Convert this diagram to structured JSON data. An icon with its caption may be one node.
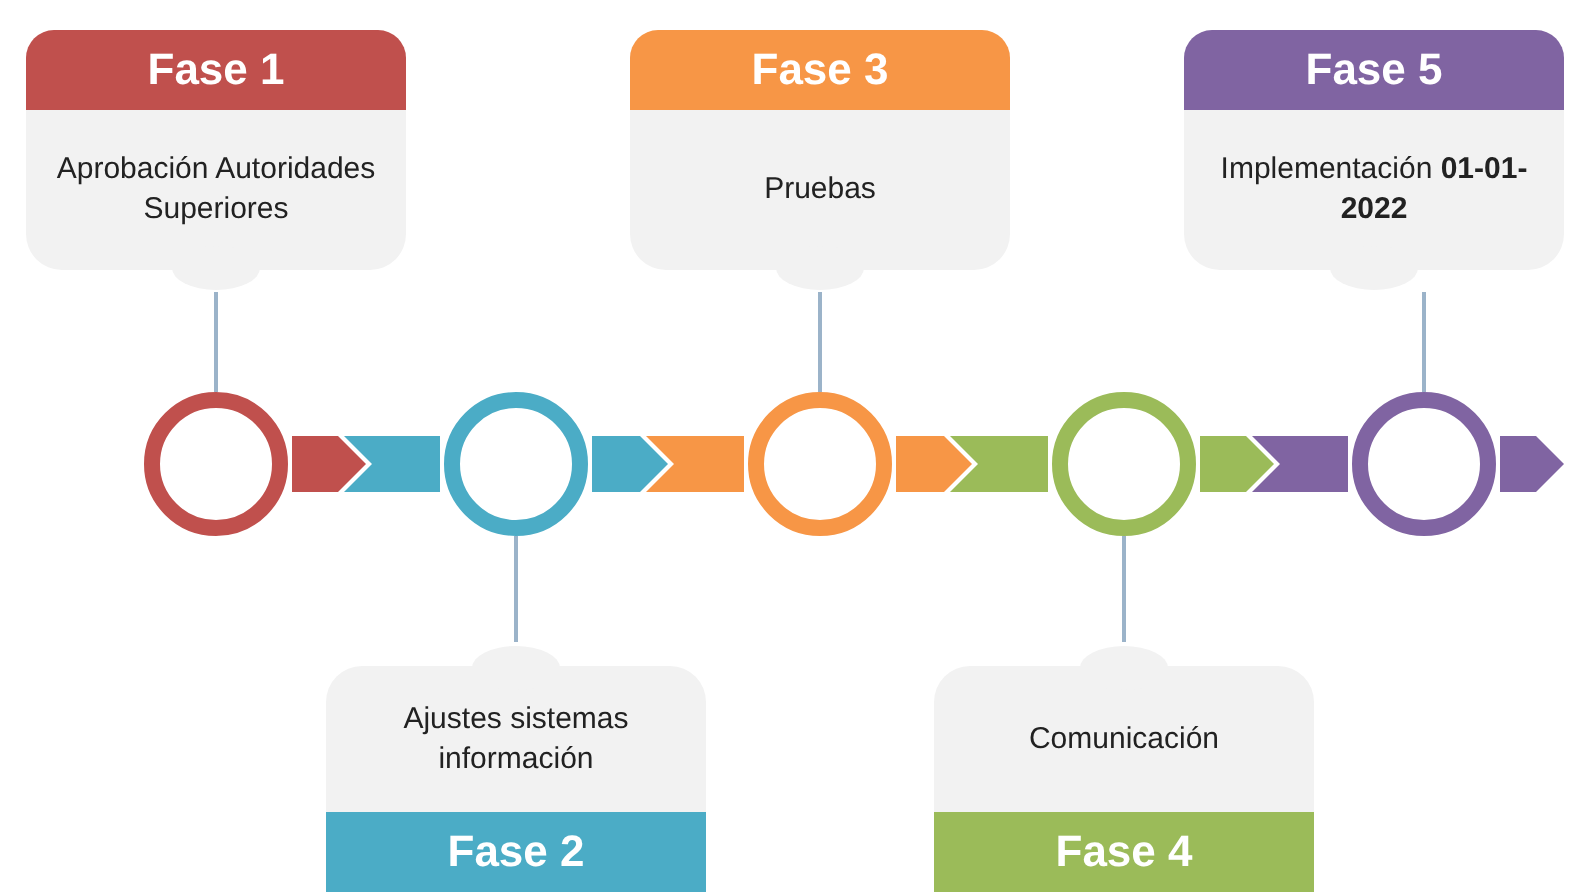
{
  "diagram": {
    "nodes": [
      {
        "text": [
          "Fase 1",
          "Aprobación Autoridades Superiores"
        ]
      },
      {
        "text": [
          "Ajustes sistemas información",
          "Fase 2"
        ]
      },
      {
        "text": [
          "Fase 3",
          "Pruebas"
        ]
      },
      {
        "text": [
          "Comunicación",
          "Fase 4"
        ]
      },
      {
        "text": [
          "Fase 5",
          "Implementación **01-01-2022**"
        ]
      },
      {
        "text": [],
        "shape": "circle"
      },
      {
        "text": [],
        "shape": "circle"
      },
      {
        "text": [],
        "shape": "circle"
      },
      {
        "text": [],
        "shape": "circle"
      },
      {
        "text": [],
        "shape": "circle"
      }
    ],
    "edges": [
      {
        "from": 0,
        "to": 5,
        "arrow": "none"
      },
      {
        "from": 1,
        "to": 6,
        "arrow": "none"
      },
      {
        "from": 2,
        "to": 7,
        "arrow": "none"
      },
      {
        "from": 3,
        "to": 8,
        "arrow": "none"
      },
      {
        "from": 4,
        "to": 9,
        "arrow": "none"
      },
      {
        "from": 5,
        "to": 6,
        "arrow": "to"
      },
      {
        "from": 6,
        "to": 7,
        "arrow": "to"
      },
      {
        "from": 7,
        "to": 8,
        "arrow": "to"
      },
      {
        "from": 8,
        "to": 9,
        "arrow": "to"
      },
      {
        "from": 9,
        "to": null,
        "arrow": "to"
      }
    ]
  }
}
